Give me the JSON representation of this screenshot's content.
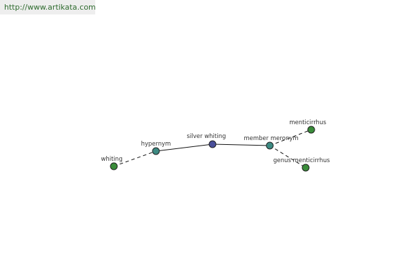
{
  "header": {
    "url": "http://www.artikata.com"
  },
  "colors": {
    "center_node": "#4a4f9a",
    "relation_node": "#3d8a82",
    "leaf_node": "#3a8c3a",
    "edge": "#111111"
  },
  "graph": {
    "nodes": [
      {
        "id": "whiting",
        "label": "whiting",
        "kind": "leaf"
      },
      {
        "id": "hypernym",
        "label": "hypernym",
        "kind": "relation"
      },
      {
        "id": "silver-whiting",
        "label": "silver whiting",
        "kind": "center"
      },
      {
        "id": "member-meronym",
        "label": "member meronym",
        "kind": "relation"
      },
      {
        "id": "menticirrhus",
        "label": "menticirrhus",
        "kind": "leaf"
      },
      {
        "id": "genus-menticirrhus",
        "label": "genus menticirrhus",
        "kind": "leaf"
      }
    ],
    "edges": [
      {
        "from": "whiting",
        "to": "hypernym",
        "style": "dashed"
      },
      {
        "from": "hypernym",
        "to": "silver-whiting",
        "style": "solid"
      },
      {
        "from": "silver-whiting",
        "to": "member-meronym",
        "style": "solid"
      },
      {
        "from": "member-meronym",
        "to": "menticirrhus",
        "style": "dashed"
      },
      {
        "from": "member-meronym",
        "to": "genus-menticirrhus",
        "style": "dashed"
      }
    ]
  }
}
